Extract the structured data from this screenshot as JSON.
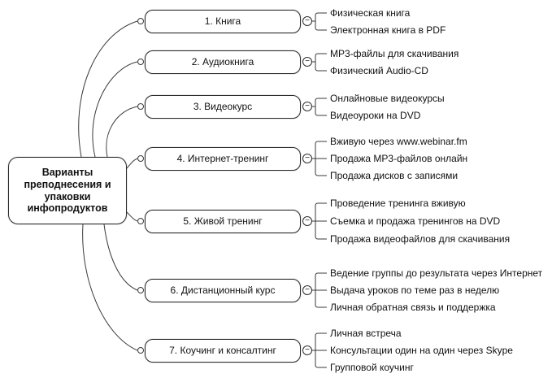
{
  "root": {
    "label": "Варианты преподнесения и упаковки инфопродуктов"
  },
  "branches": [
    {
      "label": "1. Книга",
      "leaves": [
        "Физическая книга",
        "Электронная книга в PDF"
      ]
    },
    {
      "label": "2. Аудиокнига",
      "leaves": [
        "MP3-файлы для скачивания",
        "Физический Audio-CD"
      ]
    },
    {
      "label": "3. Видеокурс",
      "leaves": [
        "Онлайновые видеокурсы",
        "Видеоуроки на DVD"
      ]
    },
    {
      "label": "4. Интернет-тренинг",
      "leaves": [
        "Вживую через www.webinar.fm",
        "Продажа MP3-файлов онлайн",
        "Продажа дисков с записями"
      ]
    },
    {
      "label": "5. Живой тренинг",
      "leaves": [
        "Проведение тренинга вживую",
        "Съемка и продажа тренингов на DVD",
        "Продажа видеофайлов для скачивания"
      ]
    },
    {
      "label": "6. Дистанционный курс",
      "leaves": [
        "Ведение группы до результата через Интернет",
        "Выдача уроков по теме раз в неделю",
        "Личная обратная связь и поддержка"
      ]
    },
    {
      "label": "7. Коучинг и консалтинг",
      "leaves": [
        "Личная встреча",
        "Консультации один на один через Skype",
        "Групповой коучинг"
      ]
    }
  ],
  "icons": {
    "collapse_glyph": "−"
  },
  "colors": {
    "background": "#ffffff",
    "line": "#3a3a3a",
    "node_border": "#2a2a2a",
    "node_fill": "#ffffff",
    "text": "#111111"
  }
}
